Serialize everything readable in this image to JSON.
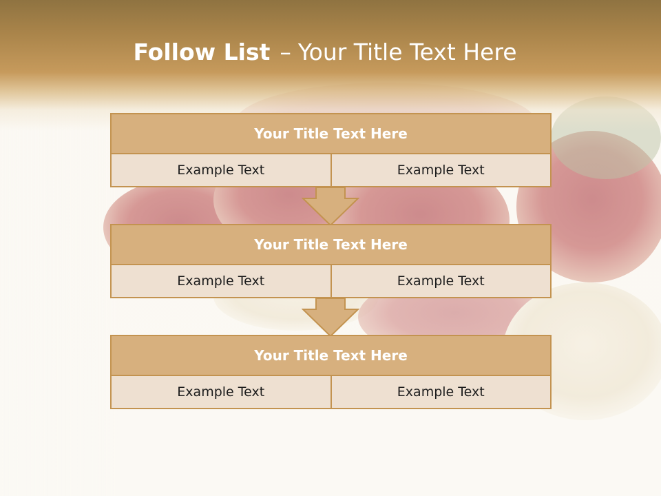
{
  "slide": {
    "title_bold": "Follow List",
    "title_separator": "–",
    "title_rest": "Your Title Text Here"
  },
  "steps": [
    {
      "title": "Your Title Text Here",
      "cells": [
        "Example Text",
        "Example Text"
      ]
    },
    {
      "title": "Your Title Text Here",
      "cells": [
        "Example Text",
        "Example Text"
      ]
    },
    {
      "title": "Your Title Text Here",
      "cells": [
        "Example Text",
        "Example Text"
      ]
    }
  ],
  "colors": {
    "header_gold": "#c69a5c",
    "box_title_fill": "#d7b07e",
    "box_border": "#c39350",
    "cell_fill": "#eee0d1"
  },
  "icons": {
    "connector": "down-arrow-icon"
  }
}
